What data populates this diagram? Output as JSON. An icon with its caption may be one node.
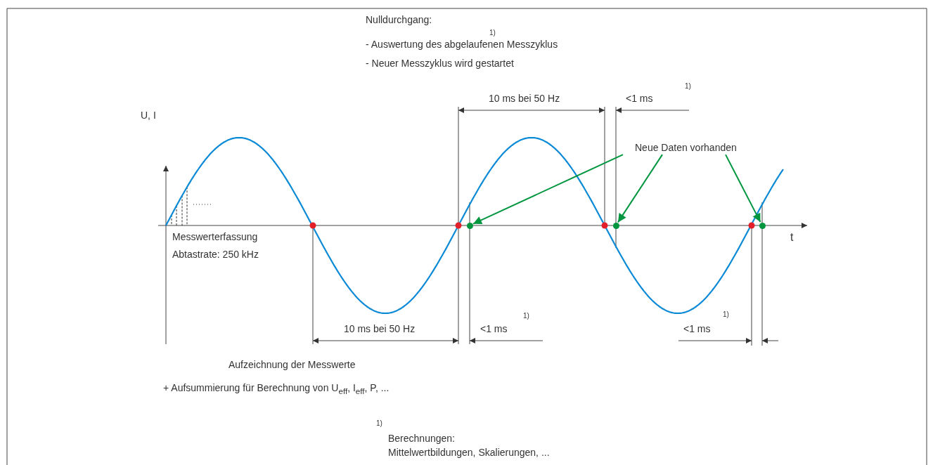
{
  "diagram": {
    "nodes": [
      {
        "text": [
          "Neue Daten vorhanden"
        ]
      },
      {
        "text": [],
        "shape": "circle"
      },
      {
        "text": [],
        "shape": "circle"
      },
      {
        "text": [],
        "shape": "circle"
      }
    ],
    "edges": [
      {
        "from": 0,
        "to": 1,
        "arrow": "to",
        "color": "#00963f"
      },
      {
        "from": 0,
        "to": 2,
        "arrow": "to",
        "color": "#00963f"
      },
      {
        "from": 0,
        "to": 3,
        "arrow": "to",
        "color": "#00963f"
      }
    ],
    "labels": [
      "Nulldurchgang:",
      "- Auswertung des abgelaufenen Messzyklus",
      "1)",
      "- Neuer Messzyklus wird gestartet",
      "10 ms bei 50 Hz",
      "<1 ms",
      "1)",
      "U, I",
      "t",
      "Messwerterfassung",
      "Abtastrate: 250 kHz",
      "10 ms bei 50 Hz",
      "<1 ms",
      "1)",
      "<1 ms",
      "1)",
      "Aufzeichnung der Messwerte",
      "+ Aufsummierung für Berechnung von U$_{eff}$, I$_{eff}$, P, ...",
      "1)",
      "Berechnungen:",
      "Mittelwertbildungen, Skalierungen, ..."
    ]
  }
}
